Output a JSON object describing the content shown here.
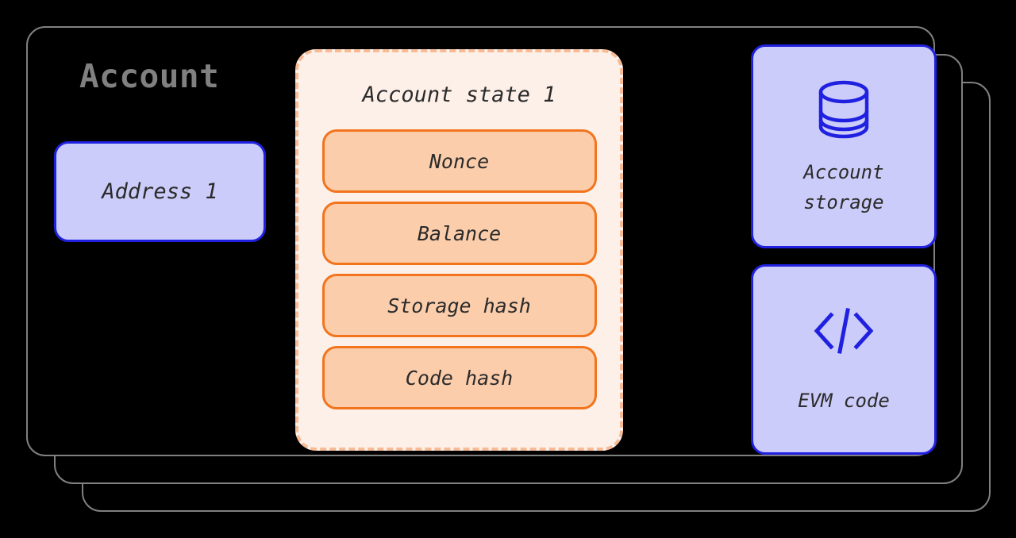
{
  "diagram": {
    "title": "Account",
    "title_color": "#808080",
    "background": "#000000"
  },
  "address": {
    "label": "Address 1",
    "fill": "#ccccfa",
    "stroke": "#2020e0"
  },
  "account_state": {
    "title": "Account state 1",
    "fill": "#fdf0e8",
    "border_color": "#f7bb96",
    "border_style": "dashed",
    "fields": [
      {
        "label": "Nonce"
      },
      {
        "label": "Balance"
      },
      {
        "label": "Storage hash"
      },
      {
        "label": "Code hash"
      }
    ],
    "field_fill": "#fbcdab",
    "field_stroke": "#f2741d"
  },
  "side_boxes": [
    {
      "id": "account-storage",
      "icon": "database-icon",
      "caption": "Account\nstorage",
      "fill": "#ccccfa",
      "stroke": "#2020e0"
    },
    {
      "id": "evm-code",
      "icon": "code-brackets-icon",
      "caption": "EVM code",
      "fill": "#ccccfa",
      "stroke": "#2020e0"
    }
  ],
  "connectors": [
    {
      "name": "address-to-account-state",
      "from": "Address 1",
      "to": "Account state 1",
      "direction": "right"
    },
    {
      "name": "storage-hash-to-account-storage",
      "from": "Storage hash",
      "to": "Account storage",
      "direction": "right"
    },
    {
      "name": "account-storage-to-storage-hash",
      "from": "Account storage",
      "to": "Storage hash",
      "direction": "left"
    },
    {
      "name": "code-hash-to-evm-code",
      "from": "Code hash",
      "to": "EVM code",
      "direction": "right"
    },
    {
      "name": "evm-code-to-code-hash",
      "from": "EVM code",
      "to": "Code hash",
      "direction": "left"
    }
  ],
  "connector_color": "#808080",
  "frame_color": "#808080"
}
